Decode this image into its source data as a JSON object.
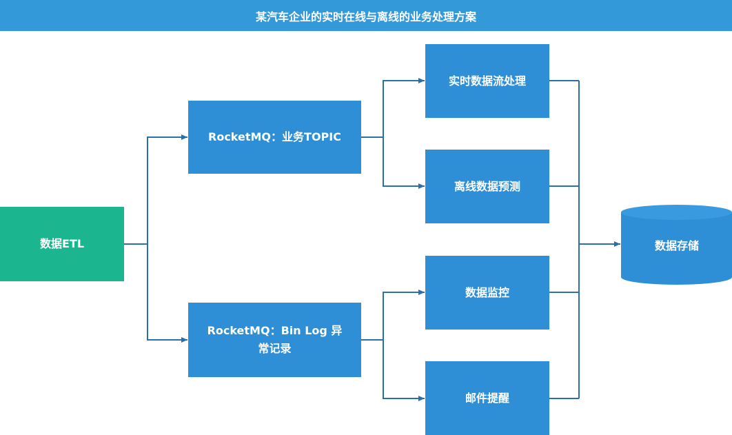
{
  "title": "某汽车企业的实时在线与离线的业务处理方案",
  "nodes": {
    "etl": "数据ETL",
    "mq_topic": "RocketMQ：业务TOPIC",
    "mq_binlog": "RocketMQ：Bin Log 异常记录",
    "realtime": "实时数据流处理",
    "offline": "离线数据预测",
    "monitor": "数据监控",
    "mail": "邮件提醒",
    "storage": "数据存储"
  },
  "colors": {
    "title_bar": "#3399d9",
    "process_box": "#2f8fd6",
    "source_box": "#1bb58f",
    "connector": "#2a6fa8"
  }
}
